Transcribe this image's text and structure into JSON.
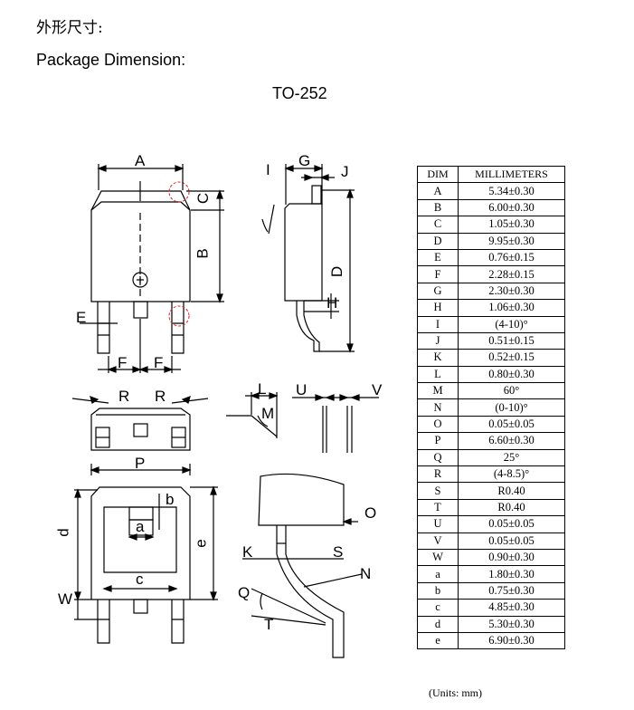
{
  "heading_cn": "外形尺寸:",
  "heading_en": "Package Dimension:",
  "package": "TO-252",
  "units_note": "(Units: mm)",
  "table": {
    "headers": [
      "DIM",
      "MILLIMETERS"
    ],
    "rows": [
      {
        "dim": "A",
        "value": "5.34±0.30"
      },
      {
        "dim": "B",
        "value": "6.00±0.30"
      },
      {
        "dim": "C",
        "value": "1.05±0.30"
      },
      {
        "dim": "D",
        "value": "9.95±0.30"
      },
      {
        "dim": "E",
        "value": "0.76±0.15"
      },
      {
        "dim": "F",
        "value": "2.28±0.15"
      },
      {
        "dim": "G",
        "value": "2.30±0.30"
      },
      {
        "dim": "H",
        "value": "1.06±0.30"
      },
      {
        "dim": "I",
        "value": "(4-10)°"
      },
      {
        "dim": "J",
        "value": "0.51±0.15"
      },
      {
        "dim": "K",
        "value": "0.52±0.15"
      },
      {
        "dim": "L",
        "value": "0.80±0.30"
      },
      {
        "dim": "M",
        "value": "60°"
      },
      {
        "dim": "N",
        "value": "(0-10)°"
      },
      {
        "dim": "O",
        "value": "0.05±0.05"
      },
      {
        "dim": "P",
        "value": "6.60±0.30"
      },
      {
        "dim": "Q",
        "value": "25°"
      },
      {
        "dim": "R",
        "value": "(4-8.5)°"
      },
      {
        "dim": "S",
        "value": "R0.40"
      },
      {
        "dim": "T",
        "value": "R0.40"
      },
      {
        "dim": "U",
        "value": "0.05±0.05"
      },
      {
        "dim": "V",
        "value": "0.05±0.05"
      },
      {
        "dim": "W",
        "value": "0.90±0.30"
      },
      {
        "dim": "a",
        "value": "1.80±0.30"
      },
      {
        "dim": "b",
        "value": "0.75±0.30"
      },
      {
        "dim": "c",
        "value": "4.85±0.30"
      },
      {
        "dim": "d",
        "value": "5.30±0.30"
      },
      {
        "dim": "e",
        "value": "6.90±0.30"
      }
    ]
  },
  "drawing_labels": {
    "A": "A",
    "B": "B",
    "C": "C",
    "D": "D",
    "E": "E",
    "F1": "F",
    "F2": "F",
    "G": "G",
    "H": "H",
    "I": "I",
    "J": "J",
    "K": "K",
    "L": "L",
    "M": "M",
    "N": "N",
    "O": "O",
    "P": "P",
    "Q": "Q",
    "R1": "R",
    "R2": "R",
    "S": "S",
    "T": "T",
    "U": "U",
    "V": "V",
    "W": "W",
    "a": "a",
    "b": "b",
    "c": "c",
    "d": "d",
    "e": "e"
  }
}
